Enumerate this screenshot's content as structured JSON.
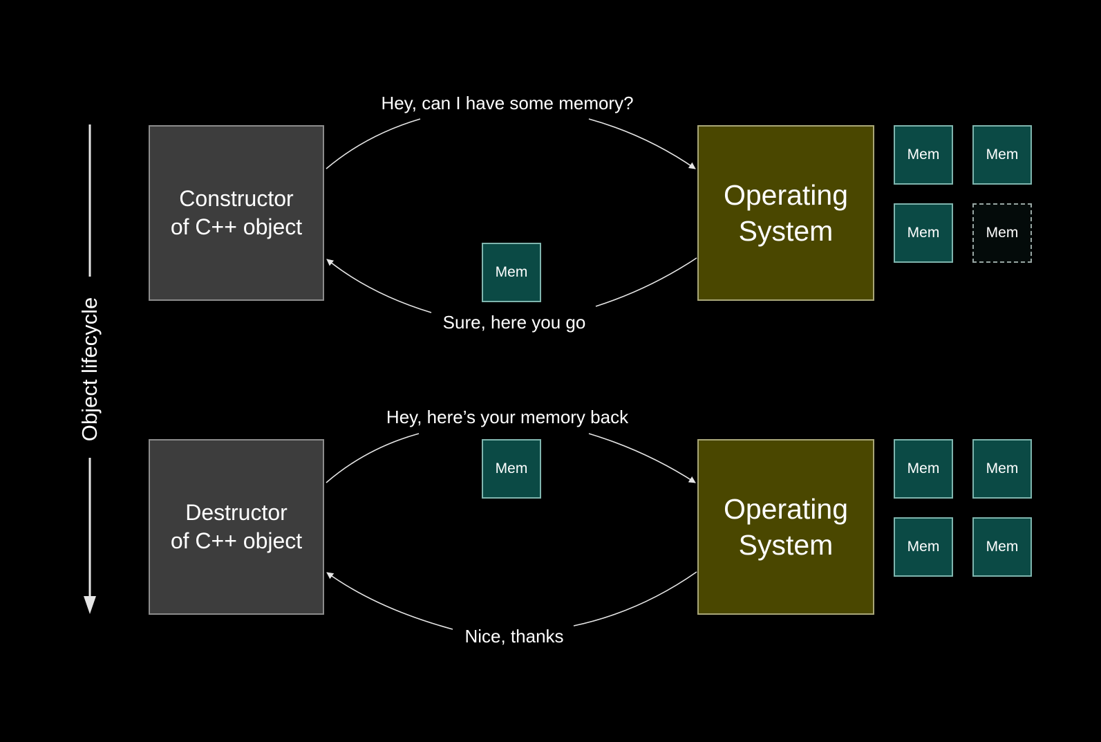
{
  "lifecycle": {
    "label": "Object lifecycle"
  },
  "top_row": {
    "source_label": "Constructor\nof C++ object",
    "os_label": "Operating\nSystem",
    "request_message": "Hey, can I have some memory?",
    "response_message": "Sure, here you go",
    "transfer_block": "Mem",
    "os_memory_blocks": [
      "Mem",
      "Mem",
      "Mem",
      "Mem"
    ]
  },
  "bottom_row": {
    "source_label": "Destructor\nof C++ object",
    "os_label": "Operating\nSystem",
    "request_message": "Hey, here’s your memory back",
    "response_message": "Nice, thanks",
    "transfer_block": "Mem",
    "os_memory_blocks": [
      "Mem",
      "Mem",
      "Mem",
      "Mem"
    ]
  },
  "colors": {
    "background": "#000000",
    "source_box_fill": "#3d3d3d",
    "os_box_fill": "#4a4700",
    "memory_block_fill": "#0b4a45",
    "arrow_stroke": "#e6e6e6"
  }
}
